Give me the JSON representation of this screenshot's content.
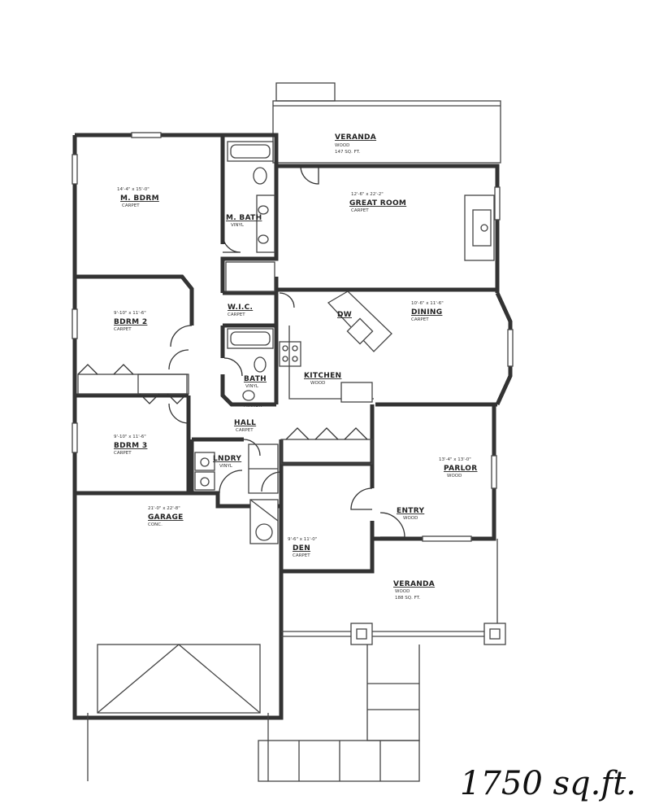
{
  "rooms": {
    "veranda_rear": {
      "name": "VERANDA",
      "material": "WOOD",
      "area": "147 SQ. FT."
    },
    "master_bedroom": {
      "name": "M. BDRM",
      "dims": "14'-4\" x 15'-0\"",
      "material": "CARPET"
    },
    "master_bath": {
      "name": "M. BATH",
      "material": "VINYL"
    },
    "great_room": {
      "name": "GREAT ROOM",
      "dims": "12'-6\" x 22'-2\"",
      "material": "CARPET"
    },
    "walk_in_closet": {
      "name": "W.I.C.",
      "material": "CARPET"
    },
    "bedroom_2": {
      "name": "BDRM 2",
      "dims": "9'-10\" x 11'-6\"",
      "material": "CARPET"
    },
    "dining": {
      "name": "DINING",
      "dims": "10'-6\" x 11'-6\"",
      "material": "CARPET"
    },
    "kitchen": {
      "name": "KITCHEN",
      "material": "WOOD"
    },
    "bath": {
      "name": "BATH",
      "material": "VINYL",
      "note": "MIRROR"
    },
    "hall": {
      "name": "HALL",
      "material": "CARPET"
    },
    "bedroom_3": {
      "name": "BDRM 3",
      "dims": "9'-10\" x 11'-6\"",
      "material": "CARPET"
    },
    "laundry": {
      "name": "LNDRY",
      "material": "VINYL"
    },
    "parlor": {
      "name": "PARLOR",
      "dims": "13'-4\" x 13'-0\"",
      "material": "WOOD"
    },
    "entry": {
      "name": "ENTRY",
      "material": "WOOD"
    },
    "garage": {
      "name": "GARAGE",
      "dims": "21'-0\" x 22'-8\"",
      "material": "CONC."
    },
    "den": {
      "name": "DEN",
      "dims": "9'-6\" x 11'-0\"",
      "material": "CARPET"
    },
    "veranda_front": {
      "name": "VERANDA",
      "material": "WOOD",
      "area": "188 SQ. FT."
    }
  },
  "fixtures": {
    "dishwasher": "DW"
  },
  "total_area_note": "1750 sq.ft."
}
